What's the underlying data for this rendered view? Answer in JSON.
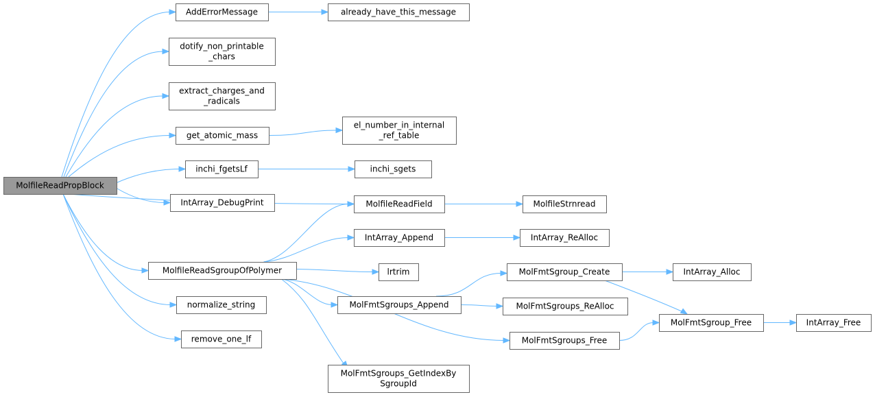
{
  "nodes": [
    {
      "id": "root",
      "lines": [
        "MolfileReadPropBlock"
      ],
      "root": true
    },
    {
      "id": "adderr",
      "lines": [
        "AddErrorMessage"
      ]
    },
    {
      "id": "already",
      "lines": [
        "already_have_this_message"
      ]
    },
    {
      "id": "dotify",
      "lines": [
        "dotify_non_printable",
        "_chars"
      ]
    },
    {
      "id": "extract",
      "lines": [
        "extract_charges_and",
        "_radicals"
      ]
    },
    {
      "id": "getmass",
      "lines": [
        "get_atomic_mass"
      ]
    },
    {
      "id": "elnum",
      "lines": [
        "el_number_in_internal",
        "_ref_table"
      ]
    },
    {
      "id": "fgets",
      "lines": [
        "inchi_fgetsLf"
      ]
    },
    {
      "id": "sgets",
      "lines": [
        "inchi_sgets"
      ]
    },
    {
      "id": "debugprint",
      "lines": [
        "IntArray_DebugPrint"
      ]
    },
    {
      "id": "readfield",
      "lines": [
        "MolfileReadField"
      ]
    },
    {
      "id": "strnread",
      "lines": [
        "MolfileStrnread"
      ]
    },
    {
      "id": "append",
      "lines": [
        "IntArray_Append"
      ]
    },
    {
      "id": "realloc",
      "lines": [
        "IntArray_ReAlloc"
      ]
    },
    {
      "id": "sgroupofpoly",
      "lines": [
        "MolfileReadSgroupOfPolymer"
      ]
    },
    {
      "id": "lrtrim",
      "lines": [
        "lrtrim"
      ]
    },
    {
      "id": "sgcreate",
      "lines": [
        "MolFmtSgroup_Create"
      ]
    },
    {
      "id": "alloc",
      "lines": [
        "IntArray_Alloc"
      ]
    },
    {
      "id": "sgsappend",
      "lines": [
        "MolFmtSgroups_Append"
      ]
    },
    {
      "id": "sgsrealloc",
      "lines": [
        "MolFmtSgroups_ReAlloc"
      ]
    },
    {
      "id": "normalize",
      "lines": [
        "normalize_string"
      ]
    },
    {
      "id": "sgfree",
      "lines": [
        "MolFmtSgroup_Free"
      ]
    },
    {
      "id": "iafree",
      "lines": [
        "IntArray_Free"
      ]
    },
    {
      "id": "removelf",
      "lines": [
        "remove_one_lf"
      ]
    },
    {
      "id": "sgsfree",
      "lines": [
        "MolFmtSgroups_Free"
      ]
    },
    {
      "id": "getindex",
      "lines": [
        "MolFmtSgroups_GetIndexBy",
        "SgroupId"
      ]
    }
  ],
  "edges": [
    [
      "root",
      "adderr"
    ],
    [
      "adderr",
      "already"
    ],
    [
      "root",
      "dotify"
    ],
    [
      "root",
      "extract"
    ],
    [
      "root",
      "getmass"
    ],
    [
      "getmass",
      "elnum"
    ],
    [
      "root",
      "fgets"
    ],
    [
      "fgets",
      "sgets"
    ],
    [
      "root",
      "debugprint"
    ],
    [
      "root",
      "readfield"
    ],
    [
      "readfield",
      "strnread"
    ],
    [
      "root",
      "sgroupofpoly"
    ],
    [
      "root",
      "normalize"
    ],
    [
      "root",
      "removelf"
    ],
    [
      "sgroupofpoly",
      "readfield"
    ],
    [
      "sgroupofpoly",
      "append"
    ],
    [
      "append",
      "realloc"
    ],
    [
      "sgroupofpoly",
      "lrtrim"
    ],
    [
      "sgroupofpoly",
      "sgsappend"
    ],
    [
      "sgroupofpoly",
      "sgsfree"
    ],
    [
      "sgroupofpoly",
      "getindex"
    ],
    [
      "sgsappend",
      "sgcreate"
    ],
    [
      "sgsappend",
      "sgsrealloc"
    ],
    [
      "sgcreate",
      "alloc"
    ],
    [
      "sgcreate",
      "sgfree"
    ],
    [
      "sgsfree",
      "sgfree"
    ],
    [
      "sgfree",
      "iafree"
    ]
  ]
}
